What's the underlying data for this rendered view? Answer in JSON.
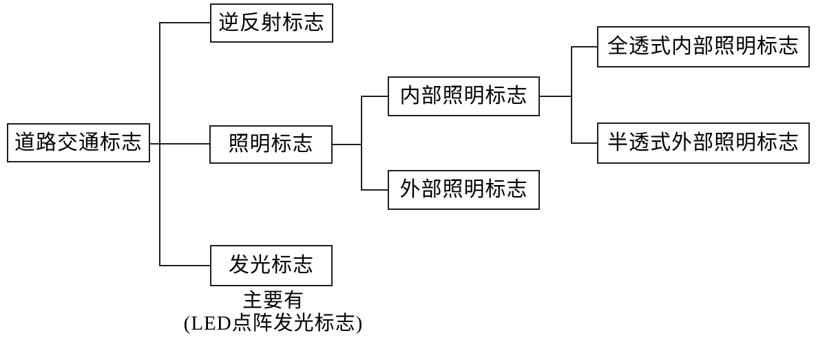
{
  "diagram": {
    "nodes": {
      "root": {
        "label": "道路交通标志"
      },
      "retroreflective_sign": {
        "label": "逆反射标志"
      },
      "illuminated_sign": {
        "label": "照明标志"
      },
      "luminous_sign": {
        "label": "发光标志"
      },
      "internal_illuminated_sign": {
        "label": "内部照明标志"
      },
      "external_illuminated_sign": {
        "label": "外部照明标志"
      },
      "fully_transparent_internal_sign": {
        "label": "全透式内部照明标志"
      },
      "semi_transparent_external_sign": {
        "label": "半透式外部照明标志"
      }
    },
    "edges": [
      {
        "from": "道路交通标志",
        "to": "逆反射标志"
      },
      {
        "from": "道路交通标志",
        "to": "照明标志"
      },
      {
        "from": "道路交通标志",
        "to": "发光标志"
      },
      {
        "from": "照明标志",
        "to": "内部照明标志"
      },
      {
        "from": "照明标志",
        "to": "外部照明标志"
      },
      {
        "from": "内部照明标志",
        "to": "全透式内部照明标志"
      },
      {
        "from": "内部照明标志",
        "to": "半透式外部照明标志"
      }
    ],
    "caption": {
      "line1": "主要有",
      "line2": "(LED点阵发光标志)"
    },
    "colors": {
      "line": "#1e1e1e",
      "text": "#000000",
      "background": "#ffffff"
    }
  }
}
